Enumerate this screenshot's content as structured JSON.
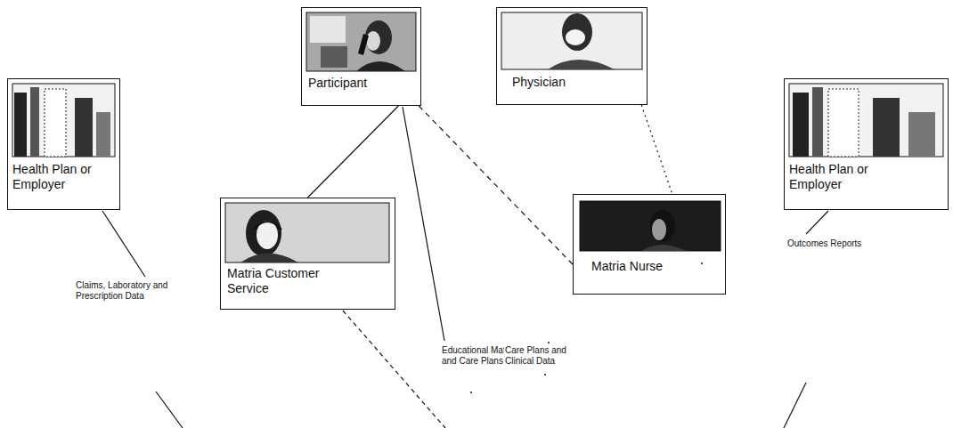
{
  "diagram": {
    "nodes": [
      {
        "text": [
          "Participant"
        ]
      },
      {
        "text": [
          "Physician"
        ]
      },
      {
        "text": [
          "Health Plan or Employer"
        ]
      },
      {
        "text": [
          "Matria Customer Service"
        ]
      },
      {
        "text": [
          "Matria Nurse"
        ]
      },
      {
        "text": [
          "Health Plan or Employer"
        ]
      }
    ],
    "edges": [
      {
        "from": 0,
        "to": 3,
        "arrow": "none"
      },
      {
        "from": 0,
        "to": 4,
        "arrow": "none"
      },
      {
        "from": 1,
        "to": 4,
        "arrow": "none"
      }
    ],
    "labels": [
      "Claims, Laboratory and Prescription Data",
      "Educational Materials and Care Plans",
      "Care Plans and Clinical Data",
      "Outcomes Reports"
    ]
  }
}
